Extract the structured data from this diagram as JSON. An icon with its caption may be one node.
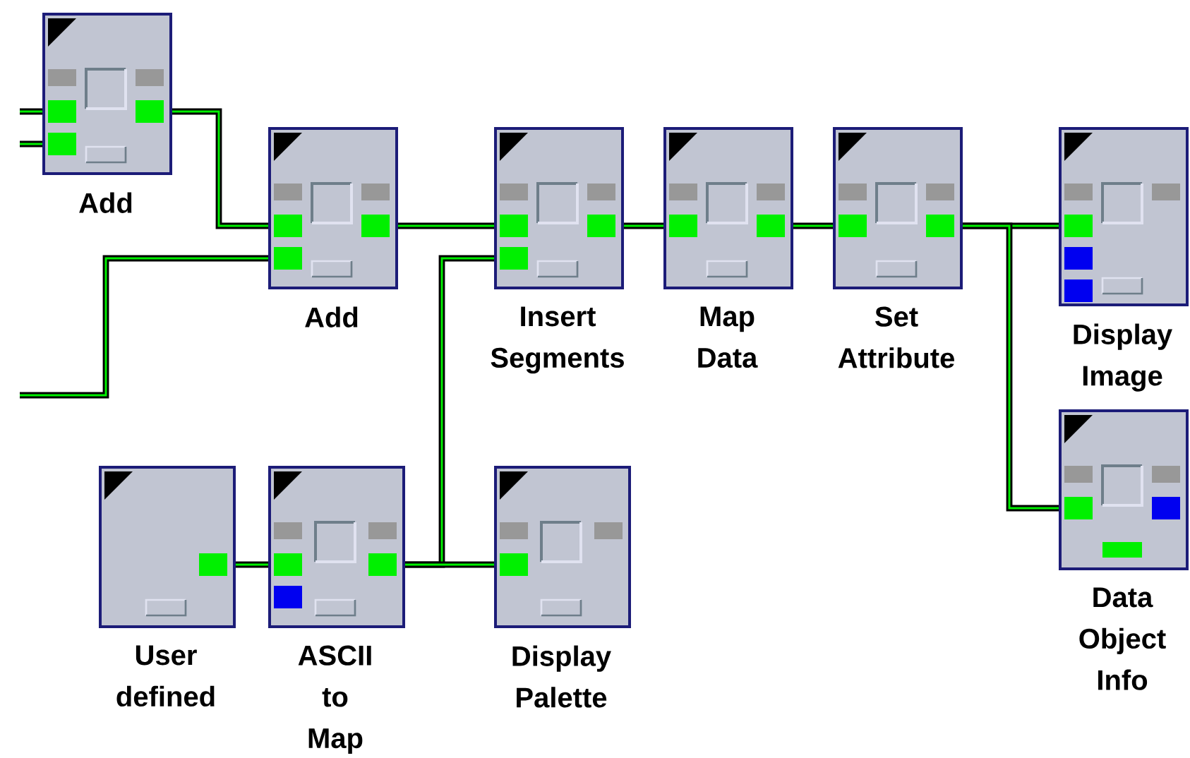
{
  "diagram": {
    "nodes": [
      {
        "text": [
          "Add"
        ]
      },
      {
        "text": [
          "Add"
        ]
      },
      {
        "text": [
          "Insert Segments"
        ]
      },
      {
        "text": [
          "Map Data"
        ]
      },
      {
        "text": [
          "Set Attribute"
        ]
      },
      {
        "text": [
          "Display Image"
        ]
      },
      {
        "text": [
          "User defined"
        ]
      },
      {
        "text": [
          "ASCII to Map"
        ]
      },
      {
        "text": [
          "Display Palette"
        ]
      },
      {
        "text": [
          "Data Object Info"
        ]
      }
    ],
    "edges": [
      {
        "from": null,
        "to": 0,
        "arrow": "none"
      },
      {
        "from": null,
        "to": 0,
        "arrow": "none"
      },
      {
        "from": 0,
        "to": 1,
        "arrow": "none"
      },
      {
        "from": null,
        "to": 1,
        "arrow": "none"
      },
      {
        "from": 1,
        "to": 2,
        "arrow": "none"
      },
      {
        "from": 2,
        "to": 3,
        "arrow": "none"
      },
      {
        "from": 3,
        "to": 4,
        "arrow": "none"
      },
      {
        "from": 4,
        "to": 5,
        "arrow": "none"
      },
      {
        "from": 4,
        "to": 9,
        "arrow": "none"
      },
      {
        "from": 6,
        "to": 7,
        "arrow": "none"
      },
      {
        "from": 7,
        "to": 2,
        "arrow": "none"
      },
      {
        "from": 7,
        "to": 8,
        "arrow": "none"
      }
    ]
  }
}
